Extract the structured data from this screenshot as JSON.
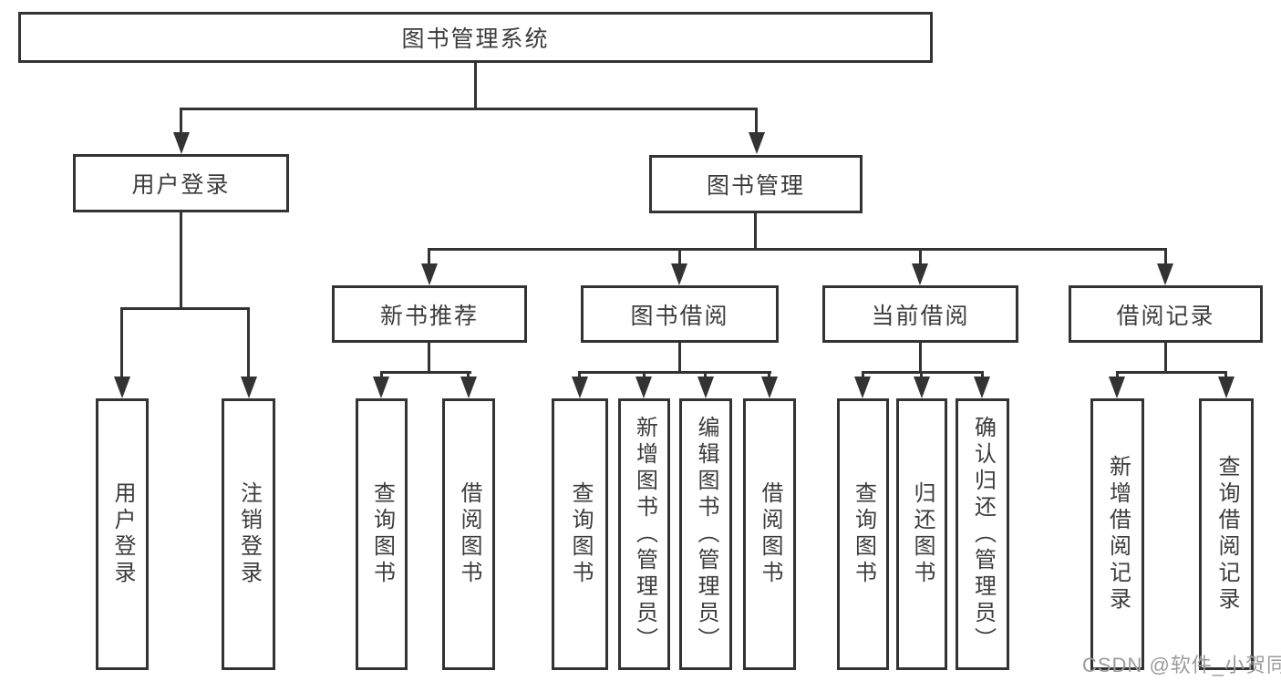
{
  "diagram": {
    "root": "图书管理系统",
    "branches": [
      "用户登录",
      "图书管理"
    ],
    "modules": [
      "新书推荐",
      "图书借阅",
      "当前借阅",
      "借阅记录"
    ],
    "leaves": {
      "login": [
        "用户登录",
        "注销登录"
      ],
      "recommend": [
        "查询图书",
        "借阅图书"
      ],
      "borrow": [
        "查询图书",
        "新增图书（管理员）",
        "编辑图书（管理员）",
        "借阅图书"
      ],
      "current": [
        "查询图书",
        "归还图书",
        "确认归还（管理员）"
      ],
      "records": [
        "新增借阅记录",
        "查询借阅记录"
      ]
    }
  },
  "watermark": {
    "text": "CSDN @软件_小贺同学"
  },
  "colors": {
    "line": "#333333",
    "text": "#3c3c3c",
    "watermark": "#9b9b9b",
    "background": "#ffffff"
  }
}
